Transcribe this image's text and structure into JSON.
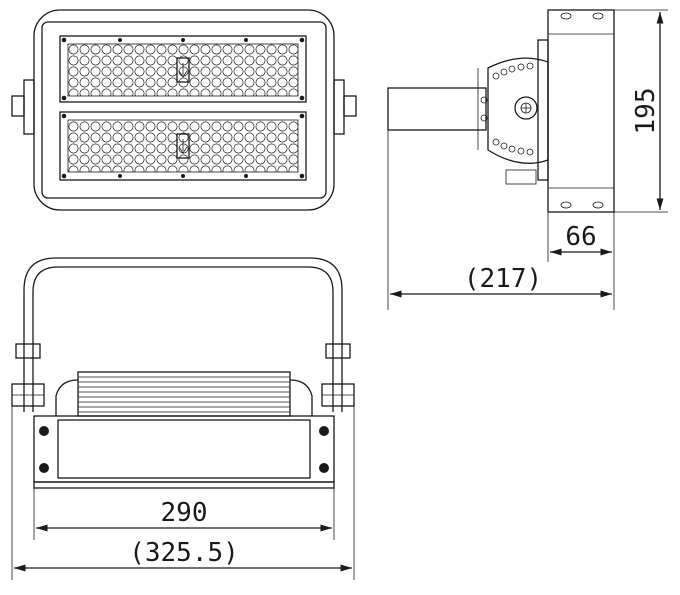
{
  "dimensions": {
    "front_width": "290",
    "overall_width": "(325.5)",
    "side_height": "195",
    "side_depth": "66",
    "side_overall": "(217)"
  },
  "colors": {
    "line": "#1a1a1a",
    "background": "#ffffff"
  }
}
